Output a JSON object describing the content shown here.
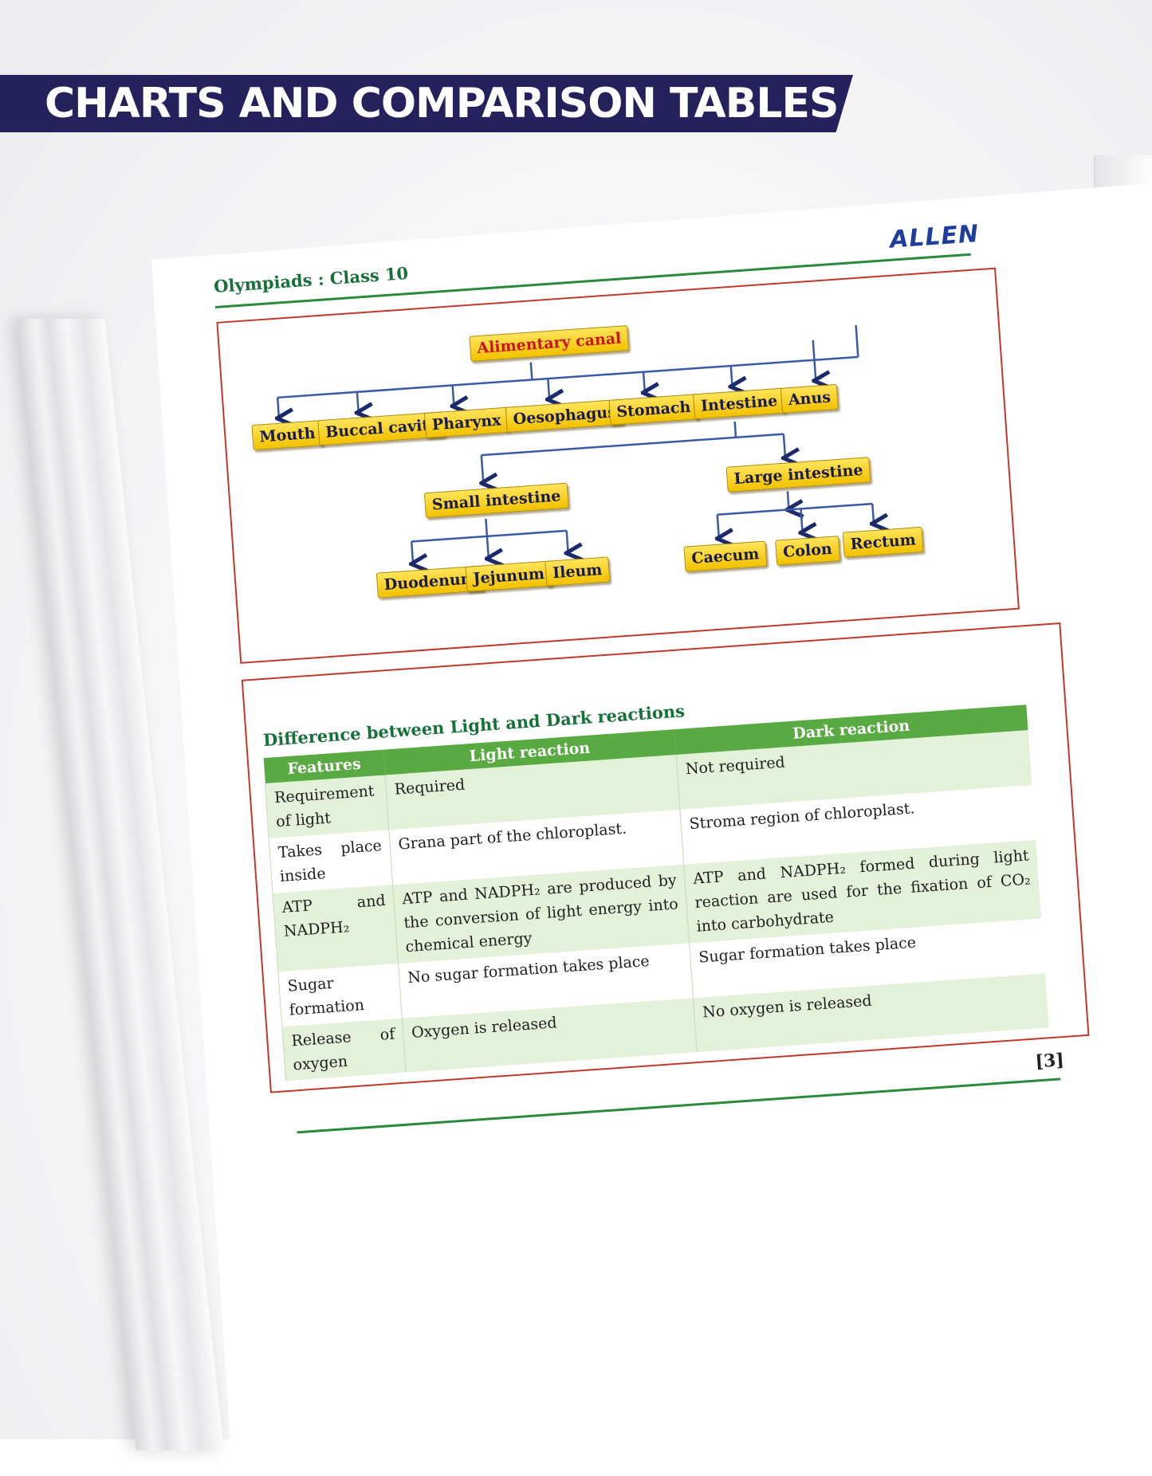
{
  "banner": {
    "title": "CHARTS AND COMPARISON TABLES"
  },
  "page": {
    "logo": "ALLEN",
    "header": "Olympiads : Class 10",
    "page_number": "[3]"
  },
  "flowchart": {
    "root": "Alimentary canal",
    "level1": [
      "Mouth",
      "Buccal cavity",
      "Pharynx",
      "Oesophagus",
      "Stomach",
      "Intestine",
      "Anus"
    ],
    "intestine": [
      "Small intestine",
      "Large intestine"
    ],
    "small_intestine": [
      "Duodenum",
      "Jejunum",
      "Ileum"
    ],
    "large_intestine": [
      "Caecum",
      "Colon",
      "Rectum"
    ]
  },
  "table": {
    "title": "Difference between Light and Dark reactions",
    "headers": [
      "Features",
      "Light reaction",
      "Dark reaction"
    ],
    "rows": [
      [
        "Requirement of light",
        "Required",
        "Not required"
      ],
      [
        "Takes place inside",
        "Grana part of the chloroplast.",
        "Stroma region of chloroplast."
      ],
      [
        "ATP and NADPH₂",
        "ATP and NADPH₂ are produced by the conversion of light energy into chemical energy",
        "ATP and NADPH₂ formed during light reaction are used for the fixation of CO₂ into carbohydrate"
      ],
      [
        "Sugar formation",
        "No sugar formation takes place",
        "Sugar formation takes place"
      ],
      [
        "Release of oxygen",
        "Oxygen is released",
        "No oxygen is released"
      ]
    ]
  }
}
